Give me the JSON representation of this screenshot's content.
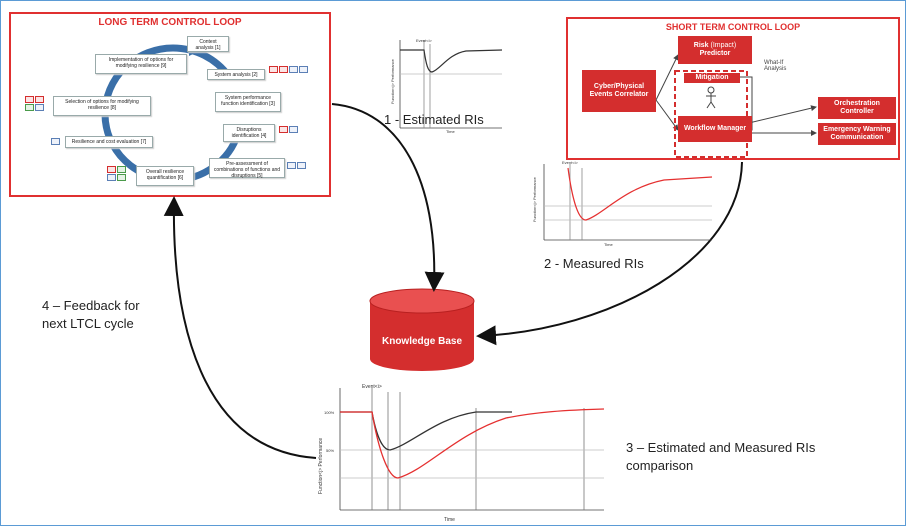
{
  "ltcl": {
    "title": "LONG TERM CONTROL LOOP",
    "steps": [
      "Context analysis [1]",
      "System analysis [2]",
      "System performance function identification [3]",
      "Disruptions identification [4]",
      "Pre-assessment of combinations of functions and disruptions [5]",
      "Overall resilience quantification [6]",
      "Resilience and cost evaluation [7]",
      "Selection of options for modifying resilience [8]",
      "Implementation of options for modifying resilience [9]"
    ]
  },
  "stcl": {
    "title": "SHORT TERM CONTROL LOOP",
    "risk": "Risk",
    "impact": "(Impact)",
    "predictor": "Predictor",
    "correlator": "Cyber/Physical Events Correlator",
    "mitigation": "Mitigation",
    "workflow": "Workflow Manager",
    "orchestration": "Orchestration Controller",
    "emergency": "Emergency Warning Communication",
    "whatif": "What-If Analysis"
  },
  "labels": {
    "estimated": "1 - Estimated RIs",
    "measured": "2 - Measured RIs",
    "comparison_line1": "3 – Estimated and Measured RIs",
    "comparison_line2": "comparison",
    "feedback_line1": "4 – Feedback for",
    "feedback_line2": "next LTCL cycle",
    "kb": "Knowledge Base"
  },
  "charts": {
    "event": "Event<i>",
    "xlabel": "Time",
    "ylabel": "Function<j> Performance",
    "y100": "100%",
    "y50": "50%"
  },
  "colors": {
    "accent_red": "#e03030",
    "box_red": "#d42e2e",
    "frame_blue": "#5b9bd5",
    "cycle_blue": "#3a6fa8",
    "estimated_curve": "#333333",
    "measured_curve": "#e53030"
  }
}
